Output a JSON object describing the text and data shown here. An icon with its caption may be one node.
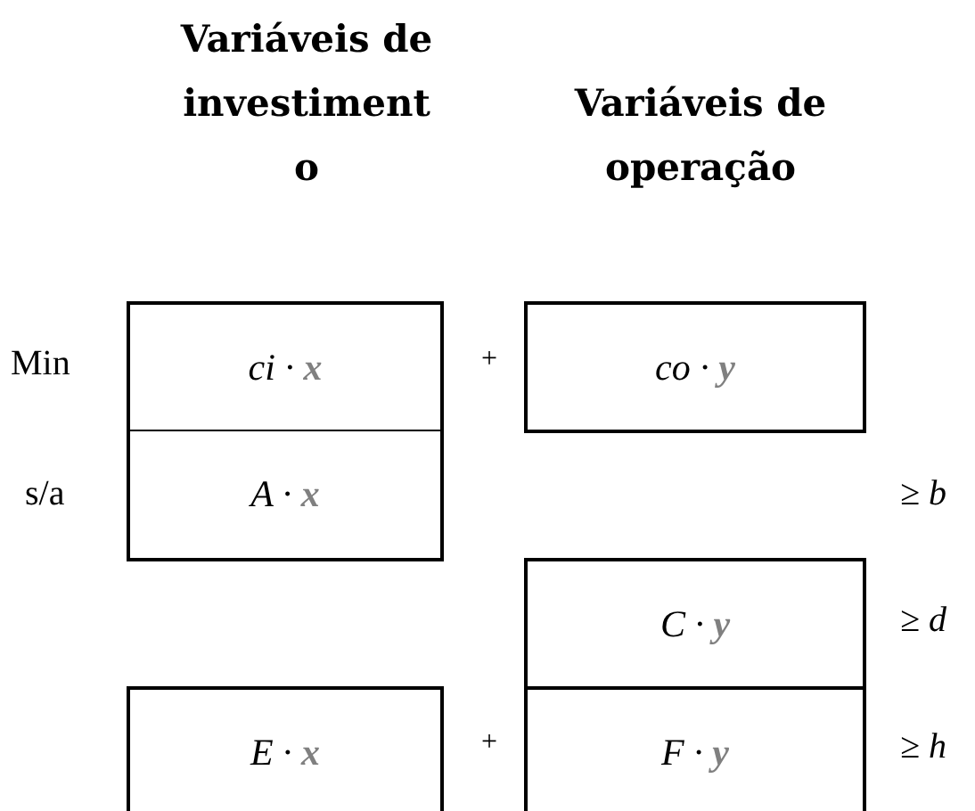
{
  "diagram": {
    "nodes": [
      {
        "text": [
          "ci · **x**"
        ]
      },
      {
        "text": [
          "co · **y**"
        ]
      },
      {
        "text": [
          "A · **x**"
        ]
      },
      {
        "text": [
          "C · **y**"
        ]
      },
      {
        "text": [
          "E · **x**"
        ]
      },
      {
        "text": [
          "F · **y**"
        ]
      }
    ],
    "edges": [],
    "labels": [
      "Variáveis de investimento",
      "Variáveis de operação",
      "Min",
      "+",
      "s/a",
      "≥ b",
      "≥ d",
      "+",
      "≥ h"
    ]
  }
}
